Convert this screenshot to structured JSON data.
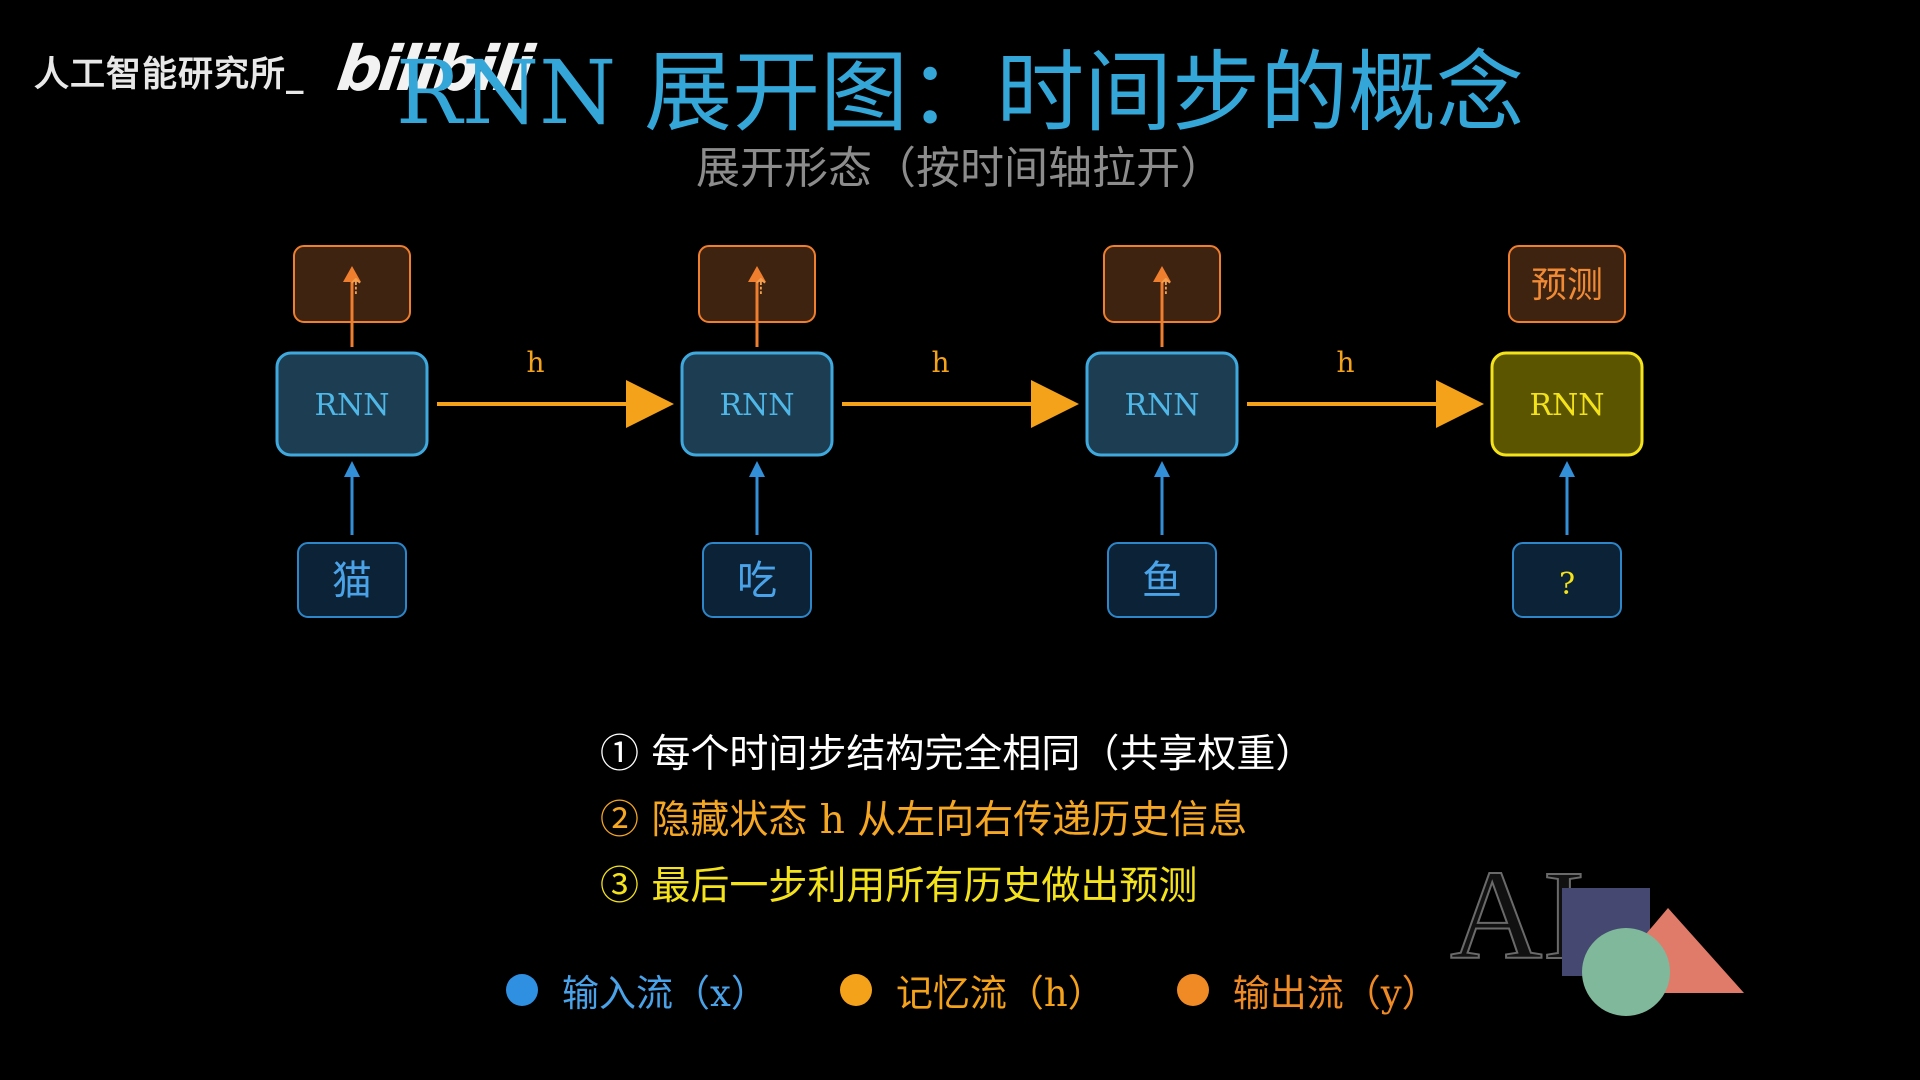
{
  "watermark": {
    "channel": "人工智能研究所_",
    "site_logo": "bilibili"
  },
  "title": "RNN 展开图：时间步的概念",
  "subtitle": "展开形态（按时间轴拉开）",
  "diagram": {
    "link_label": "h",
    "steps": [
      {
        "input": "猫",
        "cell": "RNN",
        "output_arrow": "⇡",
        "final": false
      },
      {
        "input": "吃",
        "cell": "RNN",
        "output_arrow": "⇡",
        "final": false
      },
      {
        "input": "鱼",
        "cell": "RNN",
        "output_arrow": "⇡",
        "final": false
      },
      {
        "input": "?",
        "cell": "RNN",
        "output": "预测",
        "final": true
      }
    ]
  },
  "points": [
    {
      "text": "① 每个时间步结构完全相同（共享权重）",
      "color": "#ffffff"
    },
    {
      "text": "② 隐藏状态 h 从左向右传递历史信息",
      "color": "#f5a623"
    },
    {
      "text": "③ 最后一步利用所有历史做出预测",
      "color": "#f4e21b"
    }
  ],
  "legend": [
    {
      "label": "输入流（x）",
      "dot_color": "#2f8fe0",
      "text_color": "#4aa3e8"
    },
    {
      "label": "记忆流（h）",
      "dot_color": "#f5a21b",
      "text_color": "#f5a21b"
    },
    {
      "label": "输出流（y）",
      "dot_color": "#f08a24",
      "text_color": "#f08a24"
    }
  ],
  "colors": {
    "input_border": "#2e86c9",
    "input_fill": "#0c2236",
    "cell_border": "#3fa9de",
    "cell_fill": "#1d3e52",
    "output_border": "#ef7e2e",
    "output_fill": "#3e2310",
    "final_border": "#f4e21b",
    "final_fill": "#5c5500",
    "memory_arrow": "#f5a21b",
    "input_arrow": "#3390d8",
    "output_arrow": "#ef7e2e"
  },
  "brand_logo": {
    "text": "AI"
  }
}
